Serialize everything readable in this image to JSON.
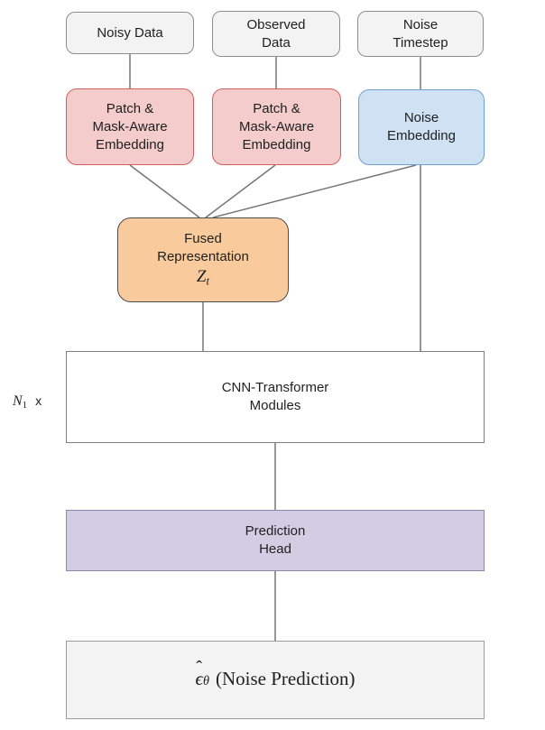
{
  "diagram": {
    "background": "#ffffff",
    "line_color": "#757575",
    "nodes": {
      "noisy_data": {
        "label": "Noisy Data",
        "fill": "#f3f3f3",
        "border": "#8e8e8e"
      },
      "observed_data": {
        "line1": "Observed",
        "line2": "Data",
        "fill": "#f3f3f3",
        "border": "#8e8e8e"
      },
      "noise_timestep": {
        "line1": "Noise",
        "line2": "Timestep",
        "fill": "#f3f3f3",
        "border": "#8e8e8e"
      },
      "patch_mask_embedding_1": {
        "line1": "Patch &",
        "line2": "Mask-Aware",
        "line3": "Embedding",
        "fill": "#f4cccc",
        "border": "#cd5f5f"
      },
      "patch_mask_embedding_2": {
        "line1": "Patch &",
        "line2": "Mask-Aware",
        "line3": "Embedding",
        "fill": "#f4cccc",
        "border": "#cd5f5f"
      },
      "noise_embedding": {
        "line1": "Noise",
        "line2": "Embedding",
        "fill": "#cfe2f3",
        "border": "#6f9fd8"
      },
      "fused_representation": {
        "line1": "Fused",
        "line2": "Representation",
        "math_base": "Z",
        "math_sub": "t",
        "fill": "#f9cb9c",
        "border": "#4d4d4d"
      },
      "cnn_transformer": {
        "line1": "CNN-Transformer",
        "line2": "Modules",
        "fill": "#ffffff",
        "border": "#7f7f7f"
      },
      "prediction_head": {
        "line1": "Prediction",
        "line2": "Head",
        "fill": "#d2cde2",
        "border": "#8d86ac"
      },
      "noise_prediction_output": {
        "math_base": "ϵ",
        "math_hat": "ˆ",
        "math_sub": "θ",
        "label": "(Noise Prediction)",
        "fill": "#f3f3f3",
        "border": "#9c9c9c"
      }
    },
    "repeat_label": {
      "base": "N",
      "sub": "1",
      "times": "x"
    }
  }
}
